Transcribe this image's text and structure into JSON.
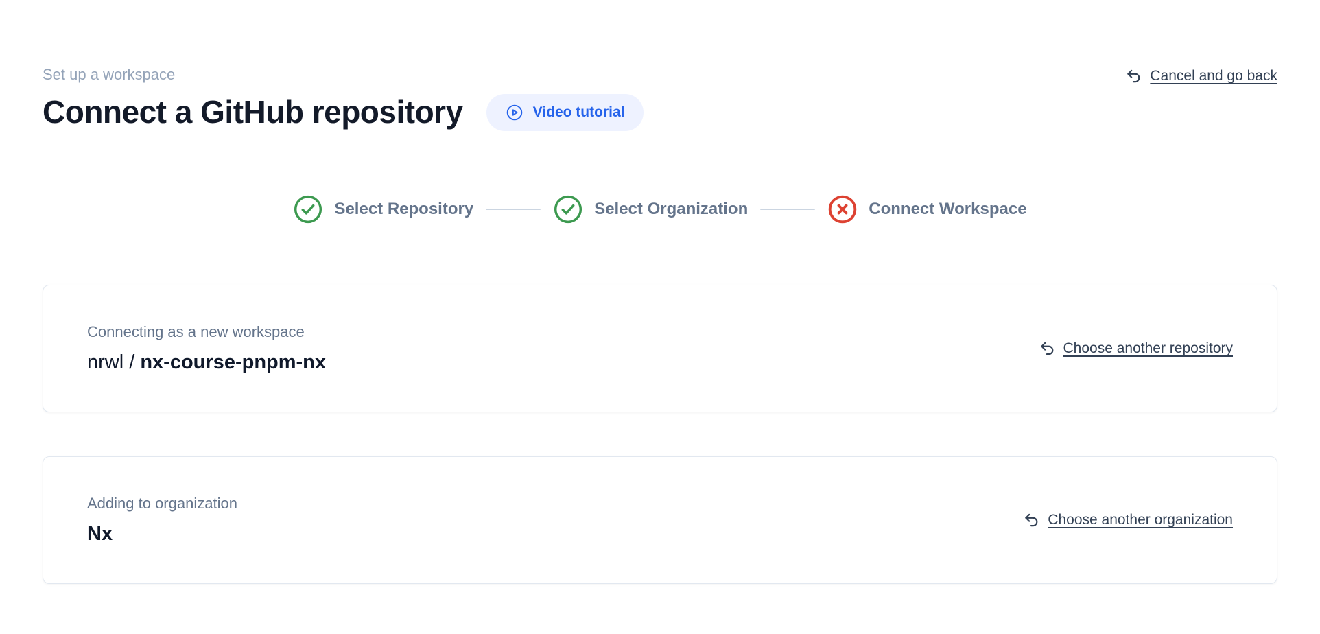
{
  "page": {
    "eyebrow": "Set up a workspace",
    "title": "Connect a GitHub repository"
  },
  "header": {
    "video_tutorial_label": "Video tutorial",
    "cancel_link_label": "Cancel and go back"
  },
  "stepper": {
    "steps": [
      {
        "label": "Select Repository",
        "status": "complete",
        "icon": "check-circle-icon"
      },
      {
        "label": "Select Organization",
        "status": "complete",
        "icon": "check-circle-icon"
      },
      {
        "label": "Connect Workspace",
        "status": "error",
        "icon": "x-circle-icon"
      }
    ]
  },
  "cards": {
    "repository": {
      "label": "Connecting as a new workspace",
      "owner_prefix": "nrwl / ",
      "repo_name": "nx-course-pnpm-nx",
      "action_label": "Choose another repository",
      "action_icon": "undo-arrow-icon"
    },
    "organization": {
      "label": "Adding to organization",
      "org_name": "Nx",
      "action_label": "Choose another organization",
      "action_icon": "undo-arrow-icon"
    }
  },
  "colors": {
    "accent_blue": "#2563eb",
    "pill_background": "#eef2ff",
    "success_green": "#3d9a50",
    "error_red": "#dd4232",
    "muted_text": "#64748b",
    "link_text": "#334155",
    "card_border": "#e2e8f0"
  }
}
